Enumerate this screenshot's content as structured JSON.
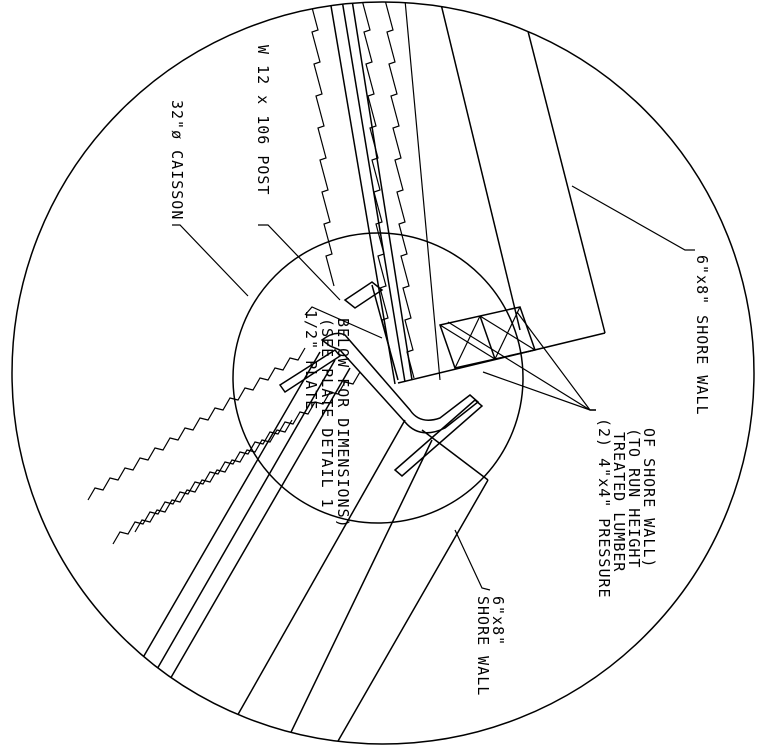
{
  "labels": {
    "post": "W 12 x 106 POST",
    "caisson": "32\"ø CAISSON",
    "shore_wall_top": "6\"x8\" SHORE WALL",
    "plate_line1": "1/2\" PLATE",
    "plate_line2": "(SEE PLATE DETAIL 1",
    "plate_line3": "BELOW FOR DIMENSIONS)",
    "lumber_line1": "(2) 4\"x4\" PRESSURE",
    "lumber_line2": "TREATED LUMBER",
    "lumber_line3": "(TO RUN HEIGHT",
    "lumber_line4": "OF SHORE WALL)",
    "shore_wall_bottom_line1": "6\"x8\"",
    "shore_wall_bottom_line2": "SHORE WALL"
  }
}
